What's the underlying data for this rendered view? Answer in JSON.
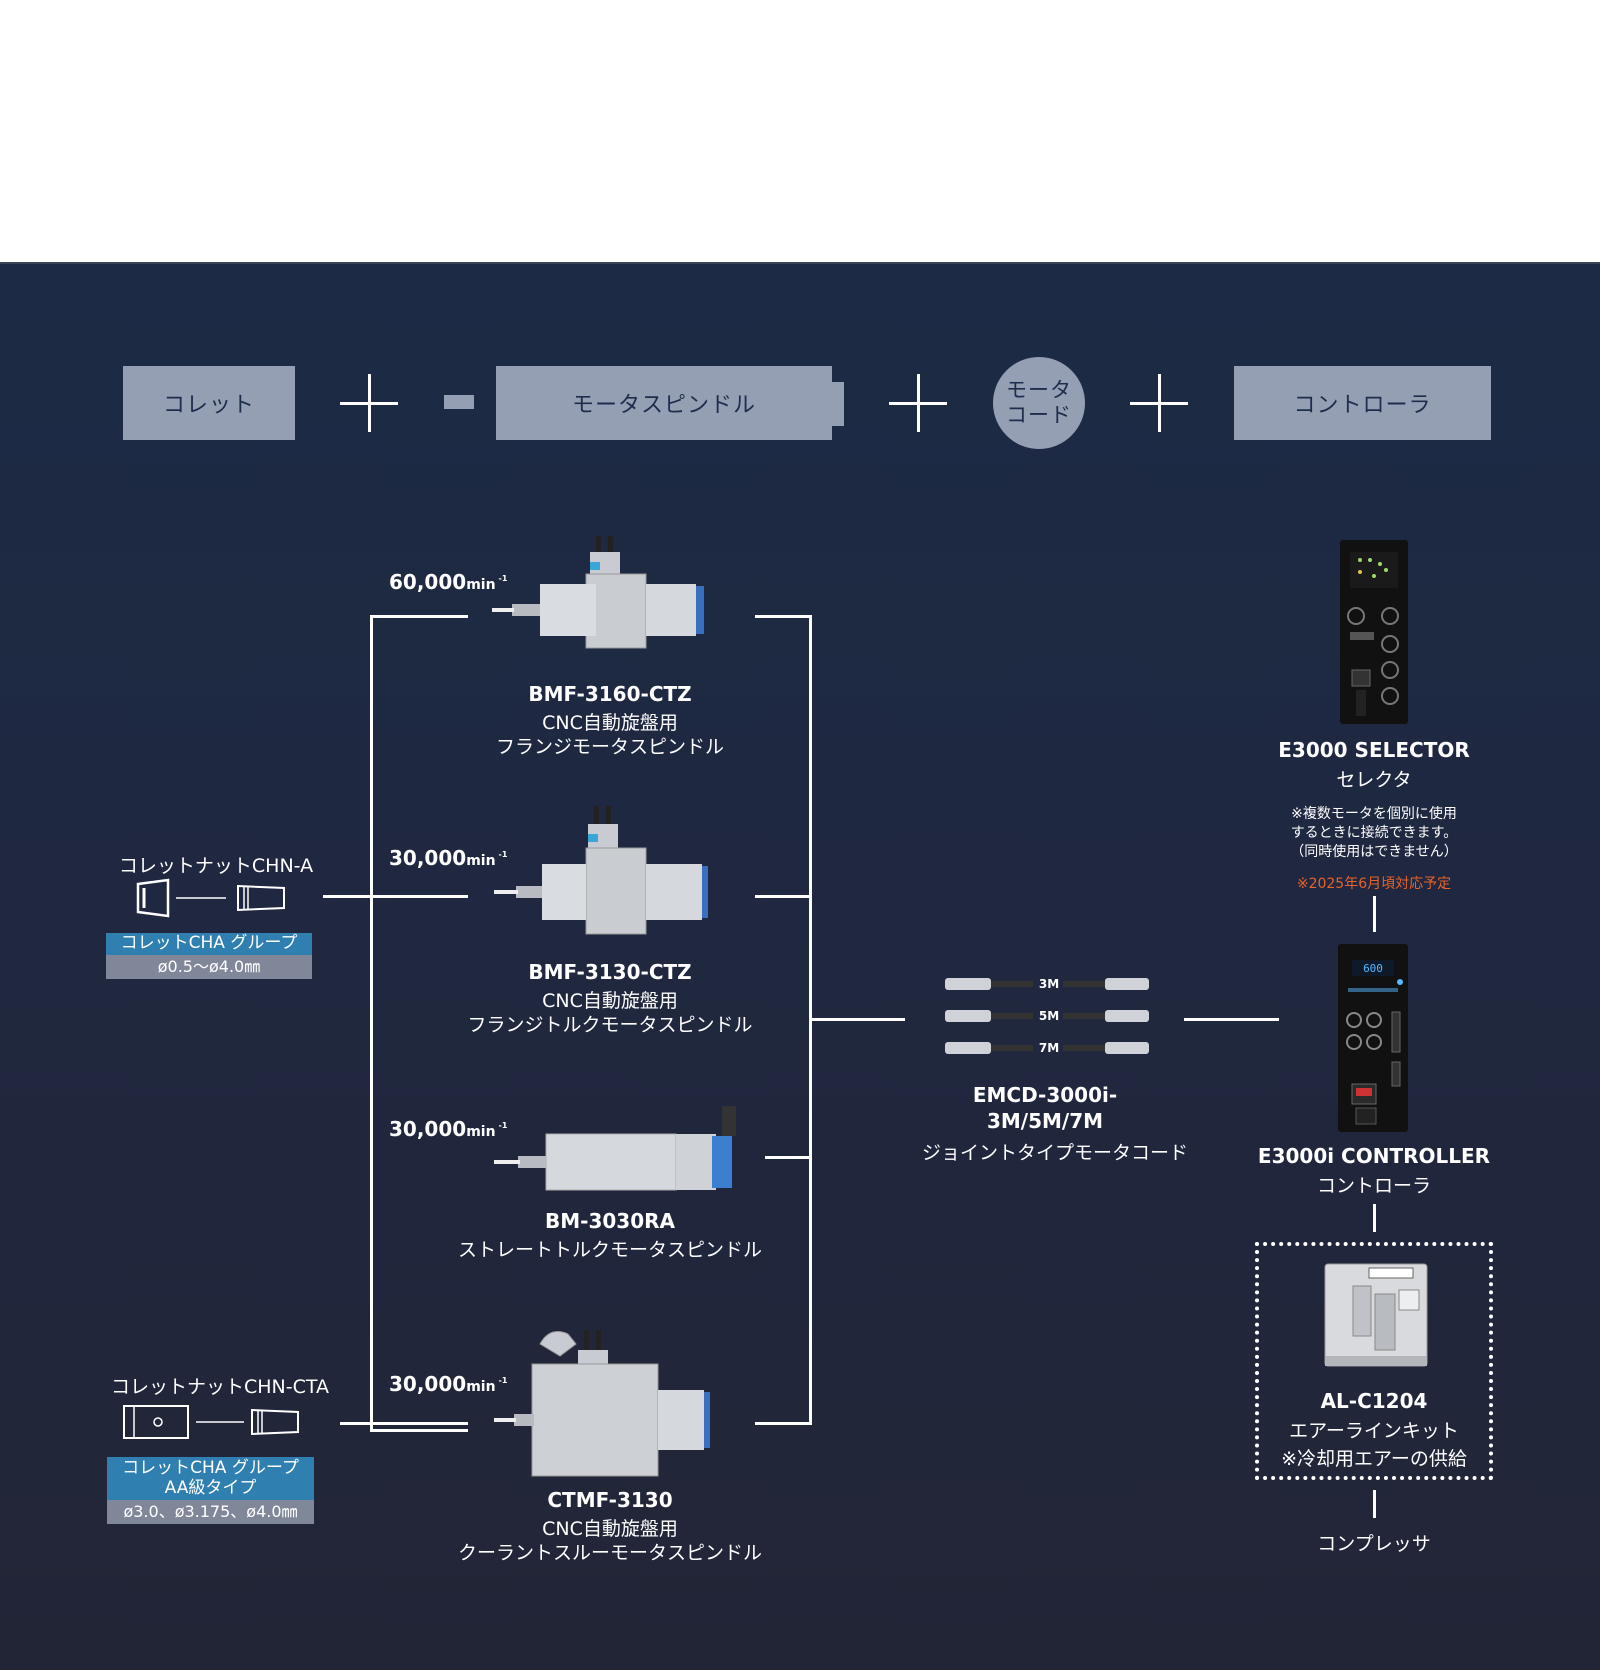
{
  "header": {
    "collet": "コレット",
    "spindle": "モータスピンドル",
    "cord_line1": "モータ",
    "cord_line2": "コード",
    "controller": "コントローラ"
  },
  "collets": [
    {
      "nut": "コレットナットCHN-A",
      "group": "コレットCHA グループ",
      "range": "ø0.5〜ø4.0㎜"
    },
    {
      "nut": "コレットナットCHN-CTA",
      "group_line1": "コレットCHA グループ",
      "group_line2": "AA級タイプ",
      "range": "ø3.0、ø3.175、ø4.0㎜"
    }
  ],
  "speed_unit": "min",
  "speed_exp": "-1",
  "spindles": [
    {
      "speed": "60,000",
      "model": "BMF-3160-CTZ",
      "desc_line1": "CNC自動旋盤用",
      "desc_line2": "フランジモータスピンドル"
    },
    {
      "speed": "30,000",
      "model": "BMF-3130-CTZ",
      "desc_line1": "CNC自動旋盤用",
      "desc_line2": "フランジトルクモータスピンドル"
    },
    {
      "speed": "30,000",
      "model": "BM-3030RA",
      "desc_line1": "ストレートトルクモータスピンドル"
    },
    {
      "speed": "30,000",
      "model": "CTMF-3130",
      "desc_line1": "CNC自動旋盤用",
      "desc_line2": "クーラントスルーモータスピンドル"
    }
  ],
  "cord": {
    "lengths": [
      "3M",
      "5M",
      "7M"
    ],
    "model_line1": "EMCD-3000i-",
    "model_line2": "3M/5M/7M",
    "desc": "ジョイントタイプモータコード"
  },
  "selector": {
    "model": "E3000 SELECTOR",
    "name": "セレクタ",
    "note_line1": "※複数モータを個別に使用",
    "note_line2": "するときに接続できます。",
    "note_line3": "（同時使用はできません）",
    "schedule": "※2025年6月頃対応予定"
  },
  "controller": {
    "model": "E3000i CONTROLLER",
    "name": "コントローラ",
    "display": "600"
  },
  "airline": {
    "model": "AL-C1204",
    "name": "エアーラインキット",
    "note": "※冷却用エアーの供給"
  },
  "compressor": "コンプレッサ",
  "colors": {
    "background_top": "#1c2a45",
    "background_bottom": "#222536",
    "header_box": "#959fb4",
    "header_text": "#1f2d4d",
    "cha_blue": "#2f7fb0",
    "cha_gray": "#7f8799",
    "schedule_orange": "#e8622a",
    "spindle_blue": "#2f7fd0"
  }
}
